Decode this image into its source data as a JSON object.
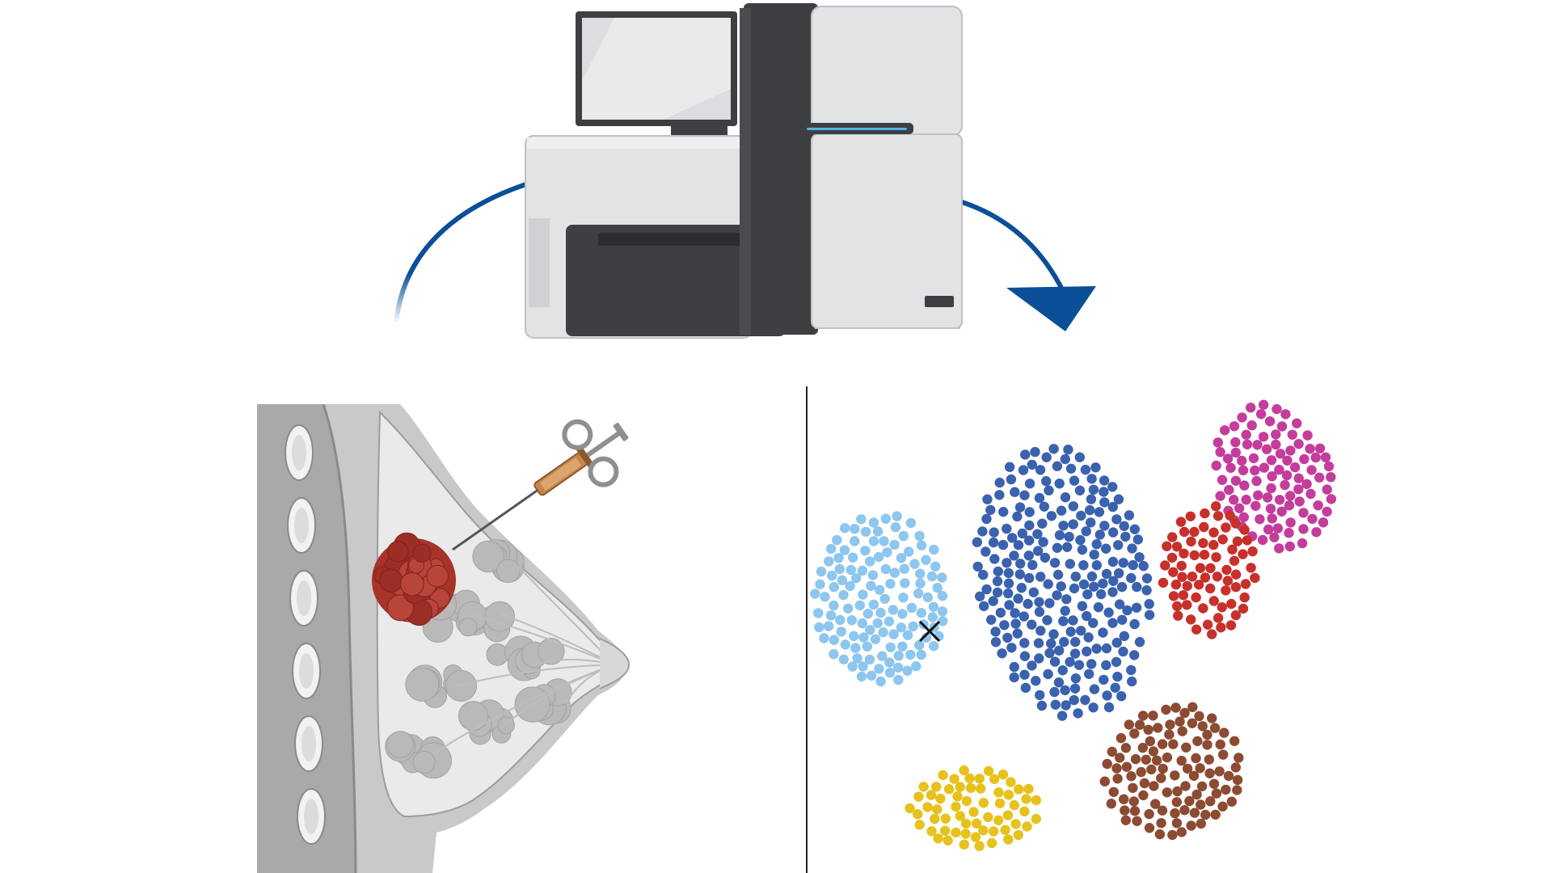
{
  "diagram": {
    "flow_arrow_color": "#0b4f99",
    "instrument": {
      "icon": "sequencer-instrument-icon",
      "body_color": "#e2e3e5",
      "dark_color": "#3d3f43",
      "indicator_color": "#4fb3e8"
    },
    "breast_panel": {
      "icon": "breast-cross-section-icon",
      "tumor_color": "#b0372d",
      "tissue_color": "#d9d9d9",
      "syringe_icon": "syringe-biopsy-icon",
      "syringe_color": "#c8874a"
    },
    "divider_color": "#222222",
    "cluster_plot": {
      "icon": "single-cell-cluster-plot-icon",
      "marker_icon": "cross-marker-icon",
      "clusters": [
        {
          "color": "#8dc6ee",
          "point_count": 150
        },
        {
          "color": "#3b62ae",
          "point_count": 340
        },
        {
          "color": "#c43d9c",
          "point_count": 130
        },
        {
          "color": "#c8302b",
          "point_count": 90
        },
        {
          "color": "#8c4b33",
          "point_count": 120
        },
        {
          "color": "#e7c21c",
          "point_count": 100
        }
      ]
    }
  }
}
